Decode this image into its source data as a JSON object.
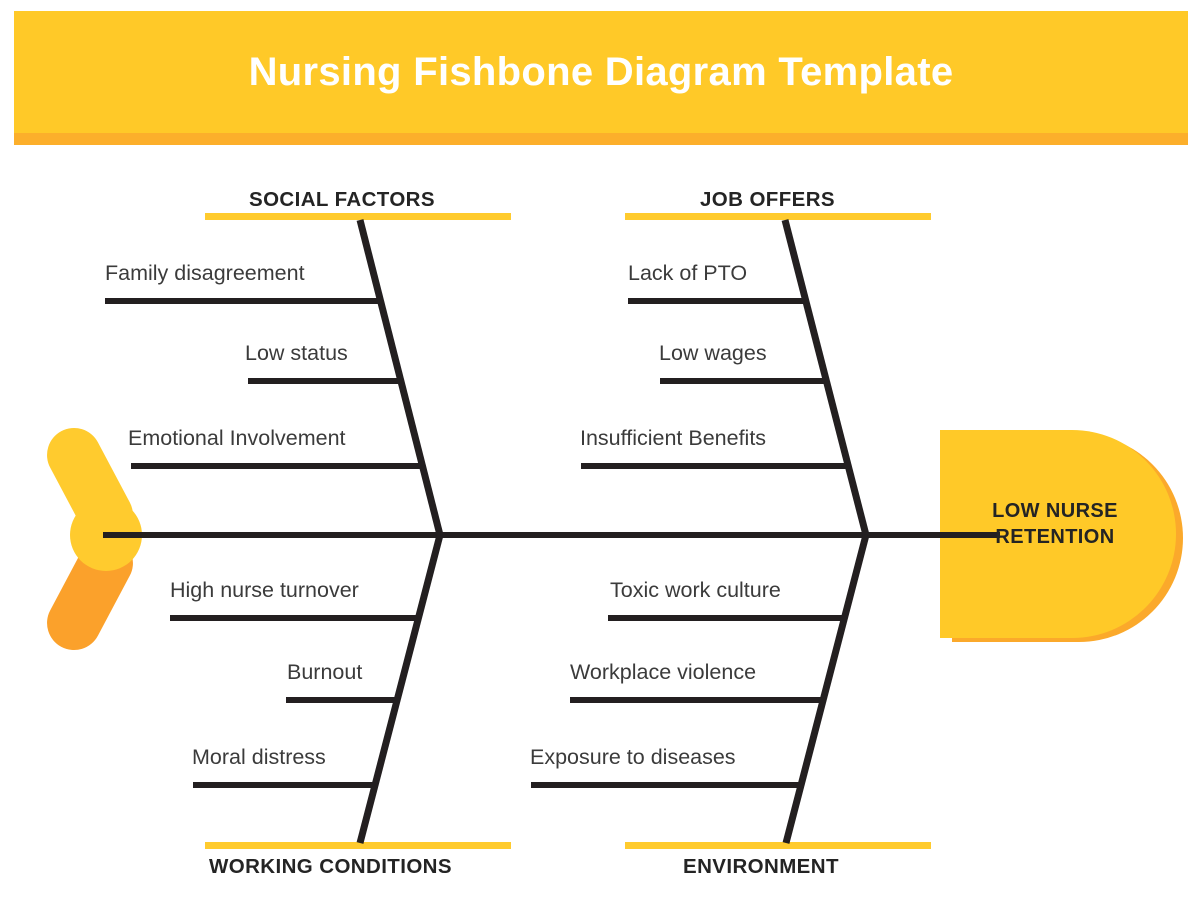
{
  "header": {
    "title": "Nursing Fishbone Diagram Template",
    "bg_color": "#FFC928",
    "strip_color": "#FCAF2B",
    "title_color": "#FFFFFF"
  },
  "diagram": {
    "type": "fishbone",
    "effect": {
      "line1": "LOW NURSE",
      "line2": "RETENTION",
      "head_color": "#FFC928",
      "head_shadow_color": "#FBA92B"
    },
    "tail": {
      "upper_color": "#FFCB2E",
      "lower_color": "#FBA12B"
    },
    "bone_color": "#231F20",
    "accent_bar_color": "#FFCB2E",
    "categories": [
      {
        "name": "SOCIAL FACTORS",
        "position": "top-left",
        "causes": [
          "Family disagreement",
          "Low status",
          "Emotional Involvement"
        ]
      },
      {
        "name": "JOB OFFERS",
        "position": "top-right",
        "causes": [
          "Lack of PTO",
          "Low wages",
          "Insufficient Benefits"
        ]
      },
      {
        "name": "WORKING CONDITIONS",
        "position": "bottom-left",
        "causes": [
          "High nurse turnover",
          "Burnout",
          "Moral distress"
        ]
      },
      {
        "name": "ENVIRONMENT",
        "position": "bottom-right",
        "causes": [
          "Toxic work culture",
          "Workplace violence",
          "Exposure to diseases"
        ]
      }
    ]
  }
}
